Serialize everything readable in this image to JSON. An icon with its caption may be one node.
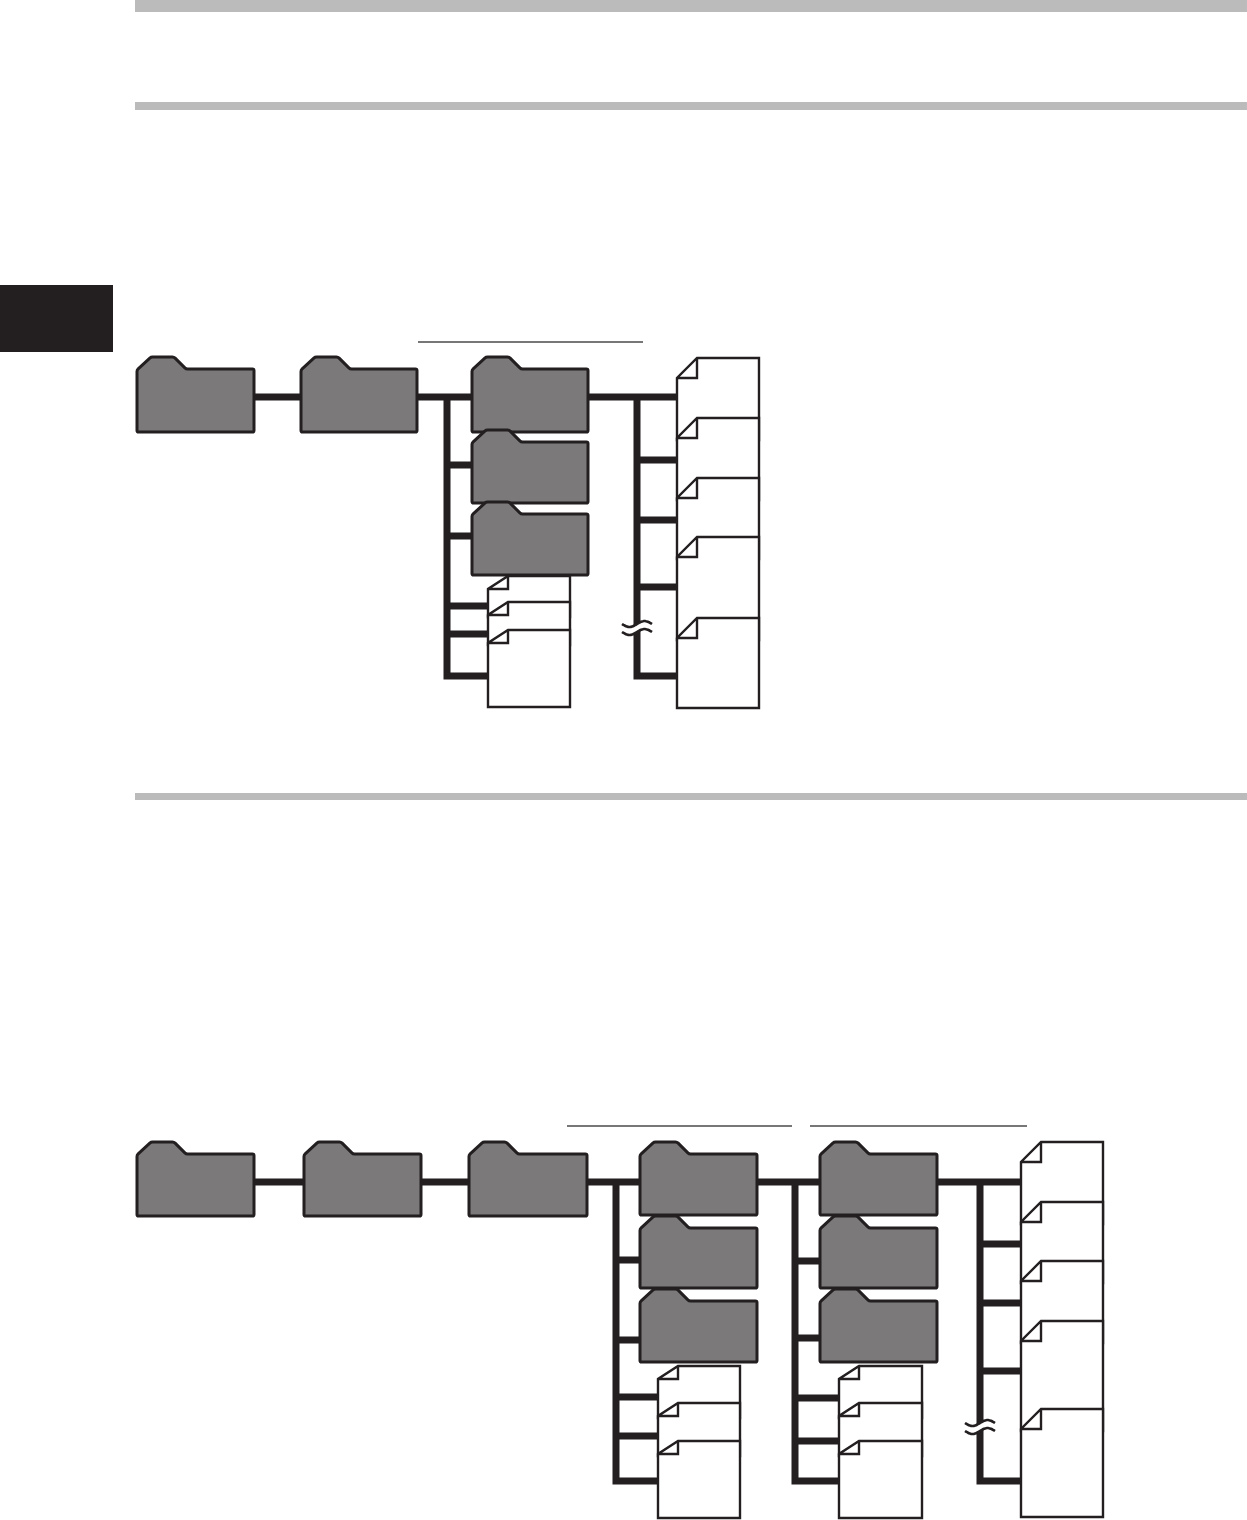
{
  "diagram": {
    "nodes": [
      {
        "text": [],
        "shape": "folder"
      },
      {
        "text": [],
        "shape": "folder"
      },
      {
        "text": [],
        "shape": "folder"
      },
      {
        "text": [],
        "shape": "folder"
      },
      {
        "text": [],
        "shape": "folder"
      },
      {
        "text": [],
        "shape": "document"
      },
      {
        "text": [],
        "shape": "document"
      },
      {
        "text": [],
        "shape": "document"
      },
      {
        "text": [],
        "shape": "document"
      },
      {
        "text": [],
        "shape": "document"
      },
      {
        "text": [],
        "shape": "document"
      },
      {
        "text": [],
        "shape": "document"
      },
      {
        "text": [],
        "shape": "document"
      },
      {
        "text": [],
        "shape": "folder"
      },
      {
        "text": [],
        "shape": "folder"
      },
      {
        "text": [],
        "shape": "folder"
      },
      {
        "text": [],
        "shape": "folder"
      },
      {
        "text": [],
        "shape": "folder"
      },
      {
        "text": [],
        "shape": "folder"
      },
      {
        "text": [],
        "shape": "document"
      },
      {
        "text": [],
        "shape": "document"
      },
      {
        "text": [],
        "shape": "document"
      },
      {
        "text": [],
        "shape": "folder"
      },
      {
        "text": [],
        "shape": "folder"
      },
      {
        "text": [],
        "shape": "folder"
      },
      {
        "text": [],
        "shape": "document"
      },
      {
        "text": [],
        "shape": "document"
      },
      {
        "text": [],
        "shape": "document"
      },
      {
        "text": [],
        "shape": "document"
      },
      {
        "text": [],
        "shape": "document"
      },
      {
        "text": [],
        "shape": "document"
      },
      {
        "text": [],
        "shape": "document"
      },
      {
        "text": [],
        "shape": "document"
      }
    ],
    "edges": [
      {
        "from": 0,
        "to": 1,
        "arrow": "none"
      },
      {
        "from": 1,
        "to": 2,
        "arrow": "none"
      },
      {
        "from": 1,
        "to": 3,
        "arrow": "none"
      },
      {
        "from": 1,
        "to": 4,
        "arrow": "none"
      },
      {
        "from": 1,
        "to": 5,
        "arrow": "none"
      },
      {
        "from": 1,
        "to": 6,
        "arrow": "none"
      },
      {
        "from": 1,
        "to": 7,
        "arrow": "none"
      },
      {
        "from": 2,
        "to": 8,
        "arrow": "none"
      },
      {
        "from": 2,
        "to": 9,
        "arrow": "none"
      },
      {
        "from": 2,
        "to": 10,
        "arrow": "none"
      },
      {
        "from": 2,
        "to": 11,
        "arrow": "none"
      },
      {
        "from": 2,
        "to": 12,
        "arrow": "none"
      },
      {
        "from": 13,
        "to": 14,
        "arrow": "none"
      },
      {
        "from": 14,
        "to": 15,
        "arrow": "none"
      },
      {
        "from": 15,
        "to": 16,
        "arrow": "none"
      },
      {
        "from": 15,
        "to": 17,
        "arrow": "none"
      },
      {
        "from": 15,
        "to": 18,
        "arrow": "none"
      },
      {
        "from": 15,
        "to": 19,
        "arrow": "none"
      },
      {
        "from": 15,
        "to": 20,
        "arrow": "none"
      },
      {
        "from": 15,
        "to": 21,
        "arrow": "none"
      },
      {
        "from": 16,
        "to": 22,
        "arrow": "none"
      },
      {
        "from": 16,
        "to": 23,
        "arrow": "none"
      },
      {
        "from": 16,
        "to": 24,
        "arrow": "none"
      },
      {
        "from": 16,
        "to": 25,
        "arrow": "none"
      },
      {
        "from": 16,
        "to": 26,
        "arrow": "none"
      },
      {
        "from": 16,
        "to": 27,
        "arrow": "none"
      },
      {
        "from": 22,
        "to": 28,
        "arrow": "none"
      },
      {
        "from": 22,
        "to": 29,
        "arrow": "none"
      },
      {
        "from": 22,
        "to": 30,
        "arrow": "none"
      },
      {
        "from": 22,
        "to": 31,
        "arrow": "none"
      },
      {
        "from": 22,
        "to": 32,
        "arrow": "none"
      }
    ]
  }
}
